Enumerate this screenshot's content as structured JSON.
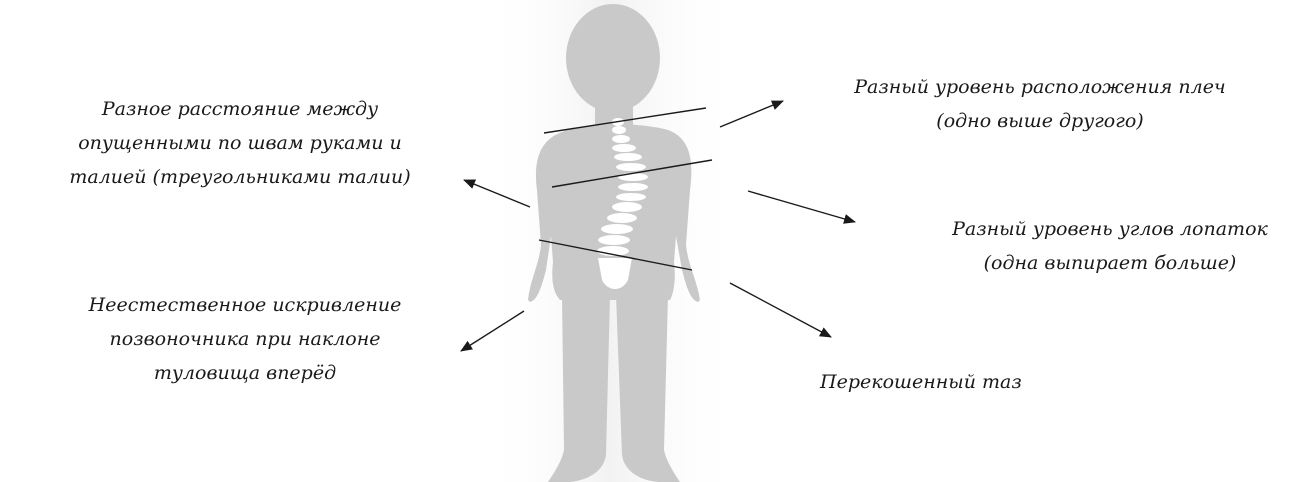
{
  "labels": {
    "waist": {
      "lines": [
        "Разное расстояние между",
        "опущенными по швам руками и",
        "талией (треугольниками талии)"
      ]
    },
    "spine_curve": {
      "lines": [
        "Неестественное искривление",
        "позвоночника при наклоне",
        "туловища вперёд"
      ]
    },
    "shoulders": {
      "lines": [
        "Разный уровень расположения плеч",
        "(одно выше другого)"
      ]
    },
    "scapula": {
      "lines": [
        "Разный уровень углов лопаток",
        "(одна выпирает больше)"
      ]
    },
    "pelvis": {
      "lines": [
        "Перекошенный таз"
      ]
    }
  },
  "colors": {
    "silhouette": "#c9c9c9",
    "silhouette_glow": "#f2f2f2",
    "spine": "#ffffff",
    "lines": "#1a1a1a",
    "text": "#1a1a1a"
  }
}
